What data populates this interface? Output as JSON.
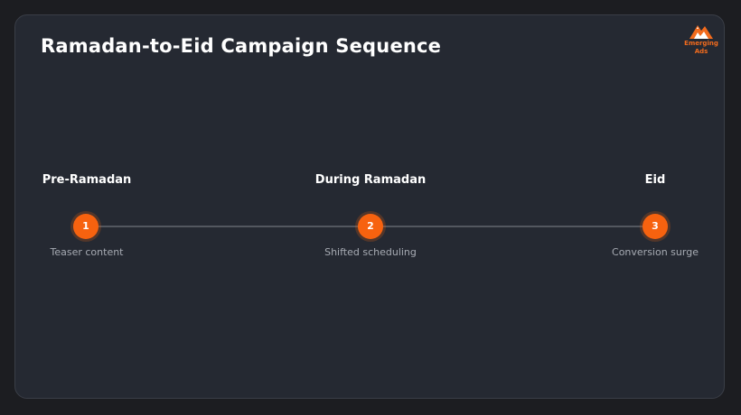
{
  "header": {
    "title": "Ramadan-to-Eid Campaign Sequence",
    "logo_text_line1": "Emerging",
    "logo_text_line2": "Ads"
  },
  "colors": {
    "background": "#1c1d21",
    "card": "#252932",
    "accent": "#f7620f",
    "line": "#53575f",
    "text_primary": "#ffffff",
    "text_secondary": "#a7abb3"
  },
  "stages": [
    {
      "number": "1",
      "name": "Pre-Ramadan",
      "description": "Teaser content"
    },
    {
      "number": "2",
      "name": "During Ramadan",
      "description": "Shifted scheduling"
    },
    {
      "number": "3",
      "name": "Eid",
      "description": "Conversion surge"
    }
  ]
}
